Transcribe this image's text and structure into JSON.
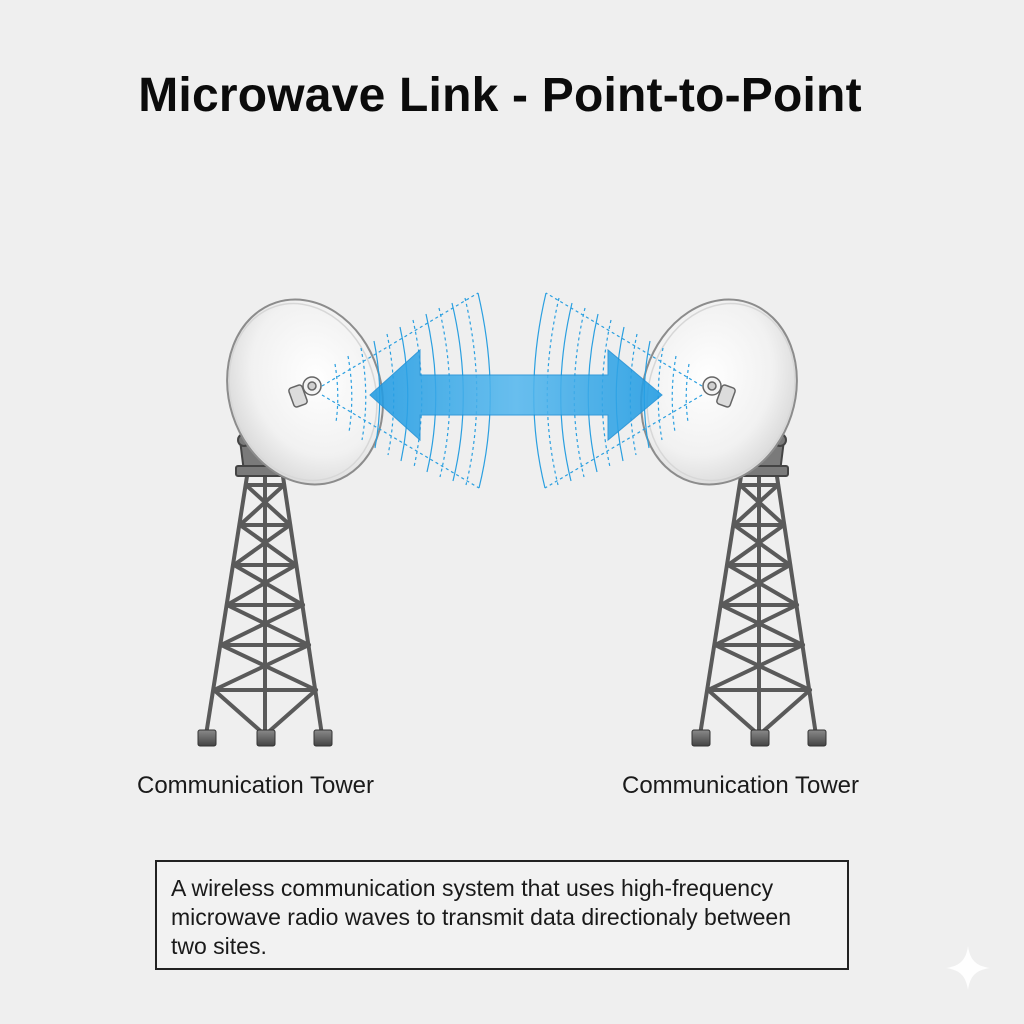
{
  "title": "Microwave Link - Point-to-Point",
  "towers": [
    {
      "label": "Communication Tower"
    },
    {
      "label": "Communication Tower"
    }
  ],
  "description": "A wireless communication system that uses high-frequency microwave radio waves to transmit data directionaly between two sites.",
  "colors": {
    "background": "#efefef",
    "arrow": "#29a3e6",
    "waves": "#2a9fe0",
    "tower": "#555555",
    "dish": "#f4f4f4"
  },
  "icons": {
    "link_arrow": "double-arrow-icon",
    "corner_mark": "sparkle-icon"
  }
}
